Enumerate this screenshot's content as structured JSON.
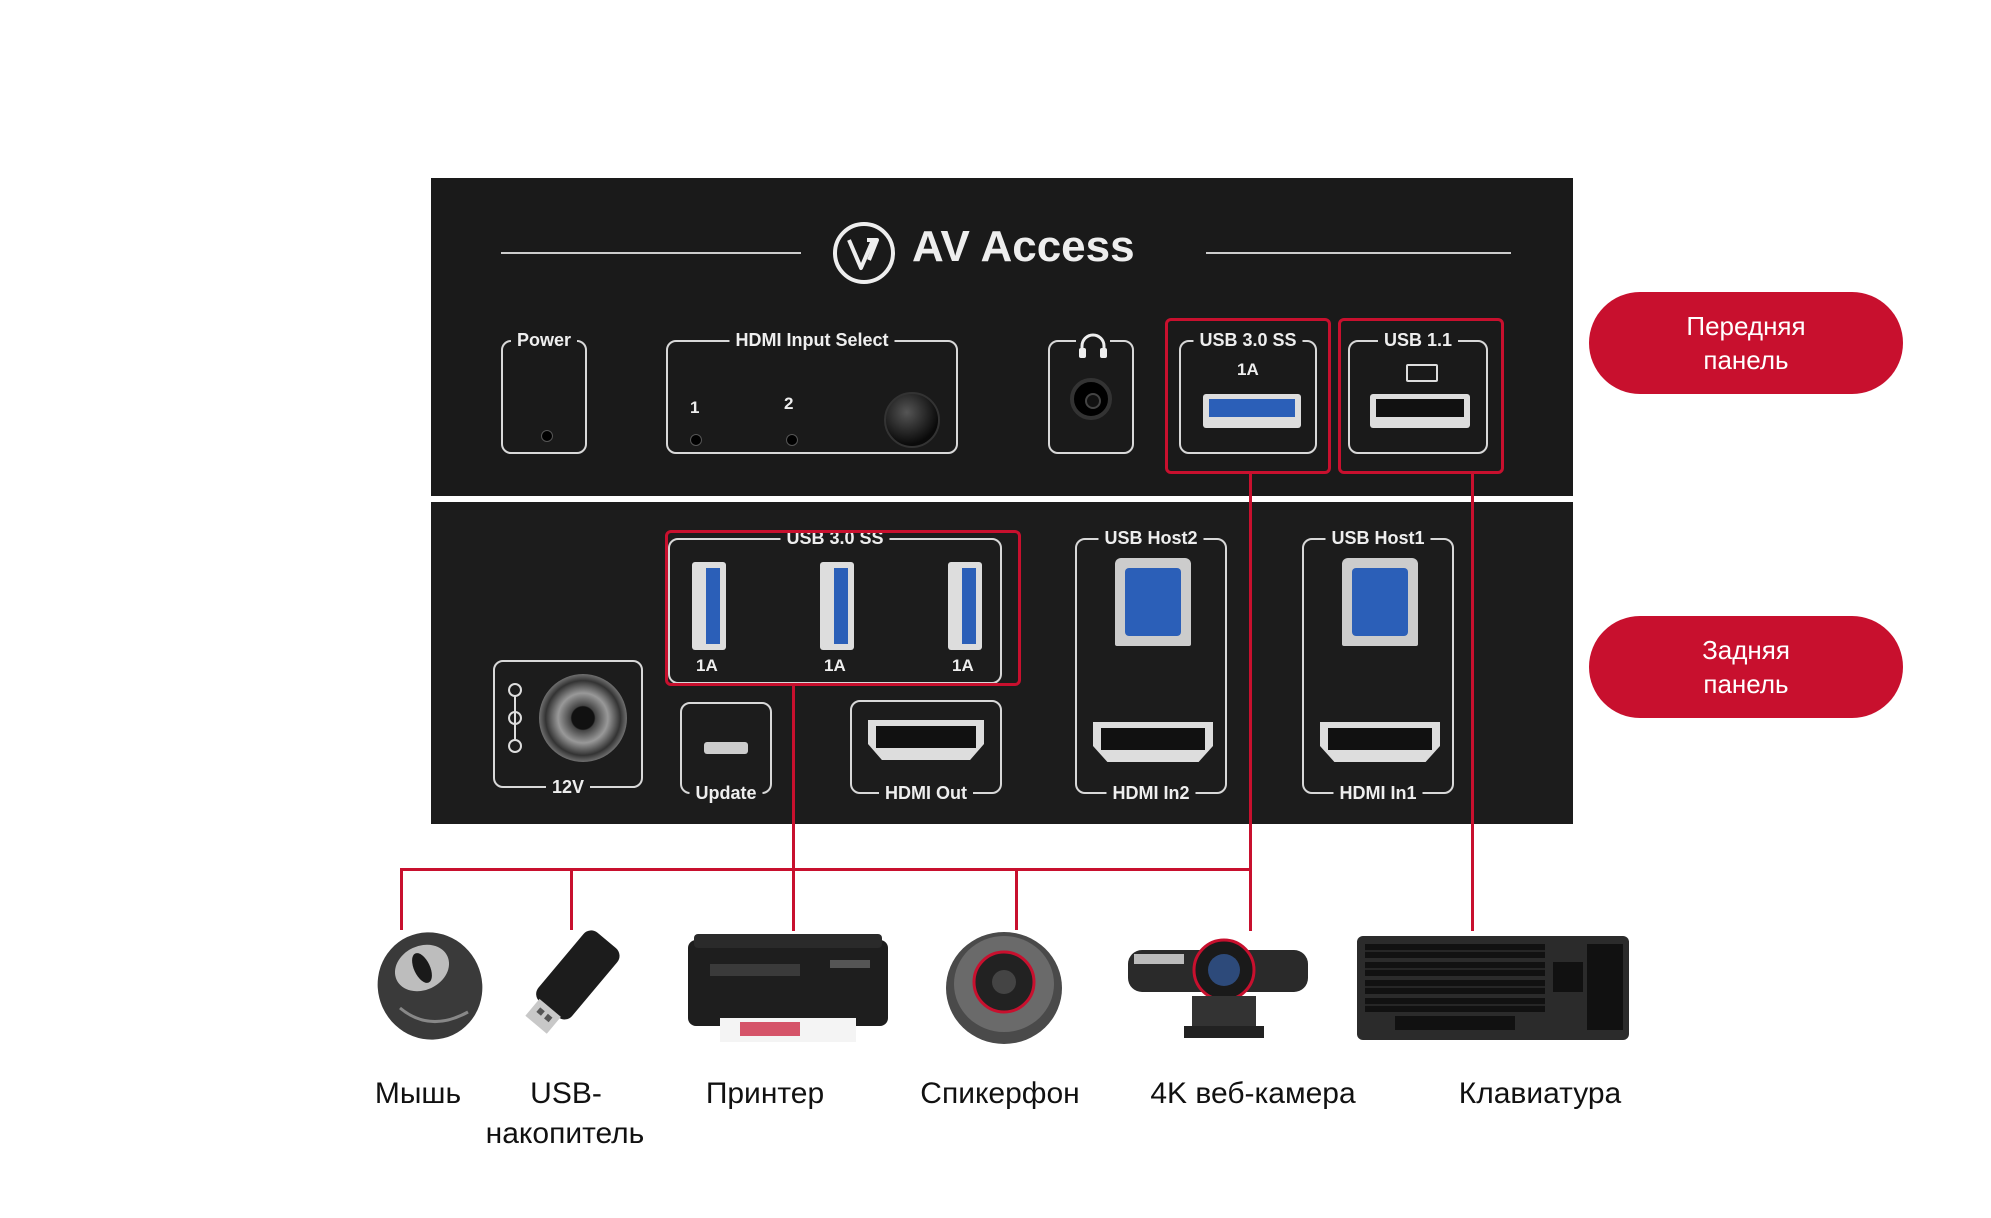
{
  "brand": {
    "name": "AV Access"
  },
  "front_panel": {
    "power_label": "Power",
    "hdmi_select_label": "HDMI Input Select",
    "hdmi_select_1": "1",
    "hdmi_select_2": "2",
    "usb30_label": "USB 3.0 SS",
    "usb30_current": "1A",
    "usb11_label": "USB 1.1"
  },
  "rear_panel": {
    "usb30_label": "USB 3.0 SS",
    "port_current": [
      "1A",
      "1A",
      "1A"
    ],
    "usb_host2_label": "USB Host2",
    "usb_host1_label": "USB Host1",
    "power_label": "12V",
    "update_label": "Update",
    "hdmi_out_label": "HDMI Out",
    "hdmi_in2_label": "HDMI In2",
    "hdmi_in1_label": "HDMI In1"
  },
  "pills": {
    "front_line1": "Передняя",
    "front_line2": "панель",
    "rear_line1": "Задняя",
    "rear_line2": "панель"
  },
  "devices": {
    "mouse": "Мышь",
    "usb_drive_line1": "USB-",
    "usb_drive_line2": "накопитель",
    "printer": "Принтер",
    "speakerphone": "Спикерфон",
    "webcam": "4K веб-камера",
    "keyboard": "Клавиатура"
  },
  "colors": {
    "accent": "#c8102e",
    "panel": "#1a1a1a",
    "outline": "#d8d8d8"
  }
}
